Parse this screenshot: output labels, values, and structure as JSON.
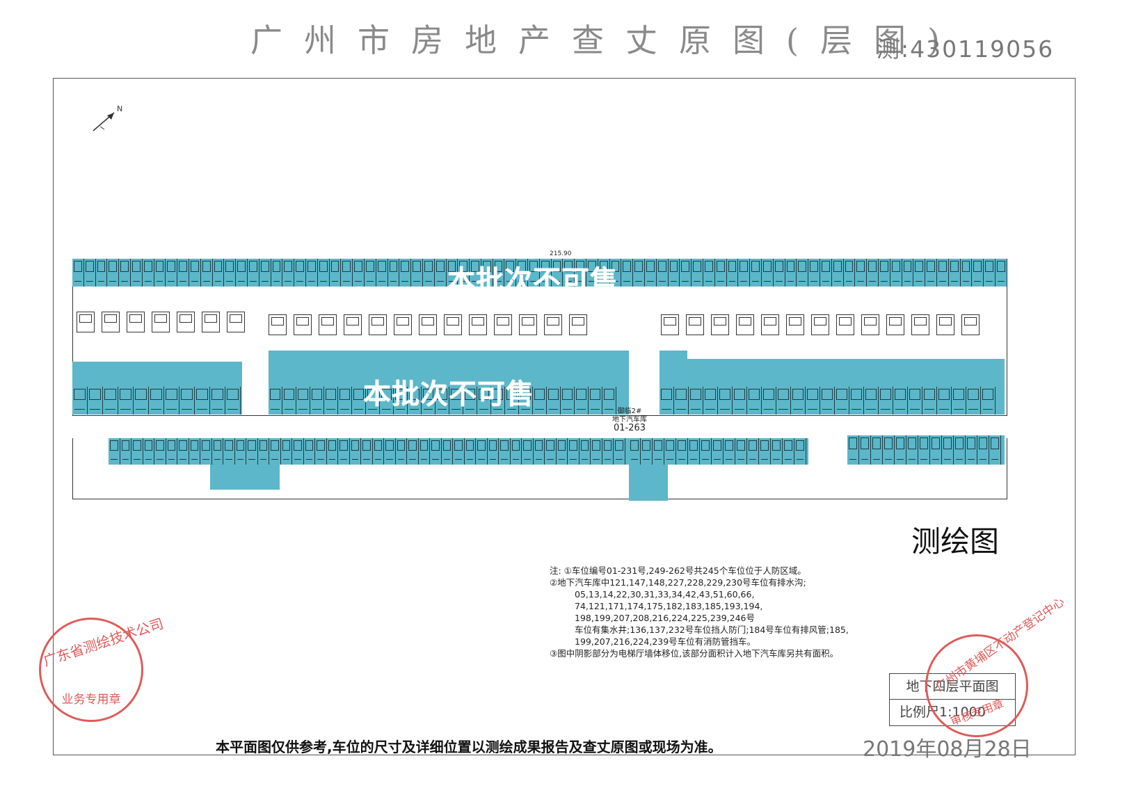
{
  "header": {
    "title": "广州市房地产查丈原图(层图)",
    "survey_number": "测:430119056"
  },
  "plan": {
    "overlay_label": "本批次不可售",
    "top_dimension": "215.90",
    "center_reference": {
      "line1": "御临2#",
      "line2": "地下汽车库",
      "code": "01-263"
    },
    "stamp_text": "测绘图"
  },
  "notes": {
    "lines": [
      "注: ①车位编号01-231号,249-262号共245个车位位于人防区域。",
      "②地下汽车库中121,147,148,227,228,229,230号车位有排水沟;",
      "05,13,14,22,30,31,33,34,42,43,51,60,66,",
      "74,121,171,174,175,182,183,185,193,194,",
      "198,199,207,208,216,224,225,239,246号",
      "车位有集水井;136,137,232号车位挡人防门;184号车位有排风管;185,",
      "199,207,216,224,239号车位有消防管挡车。",
      "③图中阴影部分为电梯厅墙体移位,该部分面积计入地下汽车库另共有面积。"
    ]
  },
  "plan_box": {
    "name": "地下四层平面图",
    "scale": "比例尺1:1000"
  },
  "seals": {
    "left_ring": "广东省测绘技术公司",
    "left_center": "业务专用章",
    "right_ring": "广州市黄埔区不动产登记中心",
    "right_center": "审核专用章"
  },
  "footer": {
    "disclaimer": "本平面图仅供参考,车位的尺寸及详细位置以测绘成果报告及查丈原图或现场为准。",
    "date": "2019年08月28日"
  },
  "colors": {
    "highlight": "#5bb7c9",
    "seal": "#e05a5a"
  }
}
